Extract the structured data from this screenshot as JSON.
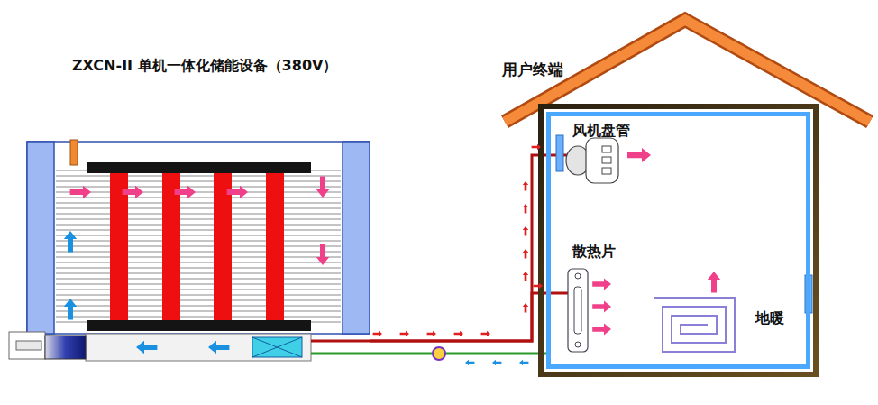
{
  "diagram": {
    "nodes": [
      {
        "text": [
          "ZXCN-II 单机一体化储能设备（380V）"
        ]
      },
      {
        "text": [
          "用户终端"
        ]
      },
      {
        "text": [
          "风机盘管"
        ],
        "in": 1
      },
      {
        "text": [
          "散热片"
        ],
        "in": 1
      },
      {
        "text": [
          "地暖"
        ],
        "in": 1
      }
    ],
    "edges": [
      {
        "from": 0,
        "to": 2,
        "arrow": "none"
      },
      {
        "from": 0,
        "to": 3,
        "arrow": "none"
      },
      {
        "from": 1,
        "to": 0,
        "arrow": "none"
      }
    ]
  }
}
